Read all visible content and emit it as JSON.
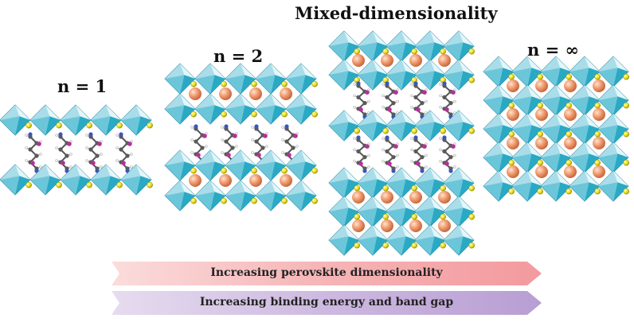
{
  "title": "Mixed-dimensionality",
  "structures": [
    {
      "label": "n = 1"
    },
    {
      "label": "n = 2"
    },
    {
      "label": "n = ∞"
    }
  ],
  "arrows": [
    {
      "label": "Increasing perovskite dimensionality",
      "color": "#f5aeb0"
    },
    {
      "label": "Increasing binding energy and band gap",
      "color": "#c9b4dd"
    }
  ],
  "colors": {
    "octahedron_light": "#bfe6ef",
    "octahedron_dark": "#2aa9c4",
    "halide": "#f0e629",
    "cation": "#ee9a6e"
  }
}
